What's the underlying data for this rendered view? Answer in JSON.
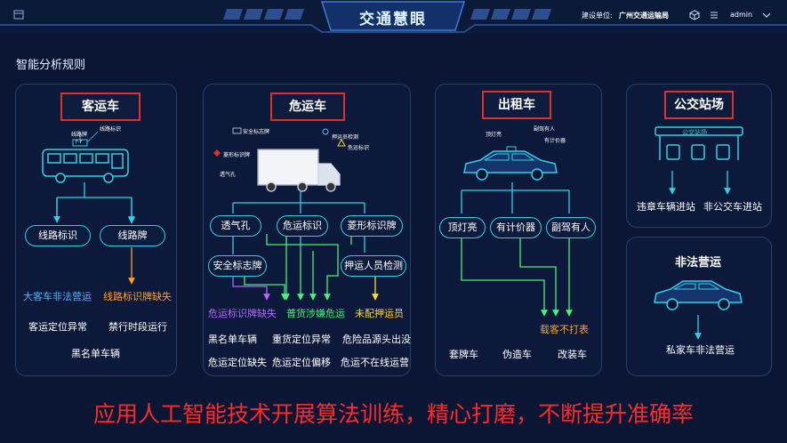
{
  "header": {
    "title": "交通慧眼",
    "org_label": "建设单位:",
    "org_name": "广州交通运输局",
    "user": "admin"
  },
  "section_title": "智能分析规则",
  "bus": {
    "title": "客运车",
    "tag1": "线路牌",
    "tag2": "线路标识",
    "plate": "F-F",
    "node1": "线路标识",
    "node2": "线路牌",
    "r1a": "大客车非法营运",
    "r1b": "线路标识牌缺失",
    "r2a": "客运定位异常",
    "r2b": "禁行时段运行",
    "r3": "黑名单车辆"
  },
  "hazard": {
    "title": "危运车",
    "tag_safety": "安全标志牌",
    "tag_diamond": "菱形标识牌",
    "tag_vent": "透气孔",
    "tag_escort": "押运员检测",
    "tag_hazard": "危运标识",
    "n_vent": "透气孔",
    "n_mark": "危运标识",
    "n_diamond": "菱形标识牌",
    "n_safety": "安全标志牌",
    "n_escort": "押运人员检测",
    "o_missing": "危运标识牌缺失",
    "o_general": "普货涉嫌危运",
    "o_noescort": "未配押运员",
    "r1a": "黑名单车辆",
    "r1b": "重货定位异常",
    "r1c": "危险品源头出没",
    "r2a": "危运定位缺失",
    "r2b": "危运定位偏移",
    "r2c": "危运不在线运营"
  },
  "taxi": {
    "title": "出租车",
    "tag_light": "顶灯亮",
    "tag_copilot": "副驾有人",
    "tag_meter": "有计价器",
    "n_light": "顶灯亮",
    "n_meter": "有计价器",
    "n_copilot": "副驾有人",
    "o_nometer": "载客不打表",
    "r1": "套牌车",
    "r2": "伪造车",
    "r3": "改装车"
  },
  "station": {
    "title": "公交站场",
    "sign": "公交站场",
    "o1": "违章车辆进站",
    "o2": "非公交车进站"
  },
  "illegal": {
    "title": "非法营运",
    "o1": "私家车非法营运"
  },
  "slogan": "应用人工智能技术开展算法训练，精心打磨，不断提升准确率",
  "colors": {
    "bg": "#0a1633",
    "cyan": "#2fd0e6",
    "red": "#e0302c",
    "orange": "#ff9f2a",
    "purple": "#b267ff",
    "green": "#45f27a",
    "yellow": "#ffd93a",
    "slogan": "#ff2a2a"
  }
}
